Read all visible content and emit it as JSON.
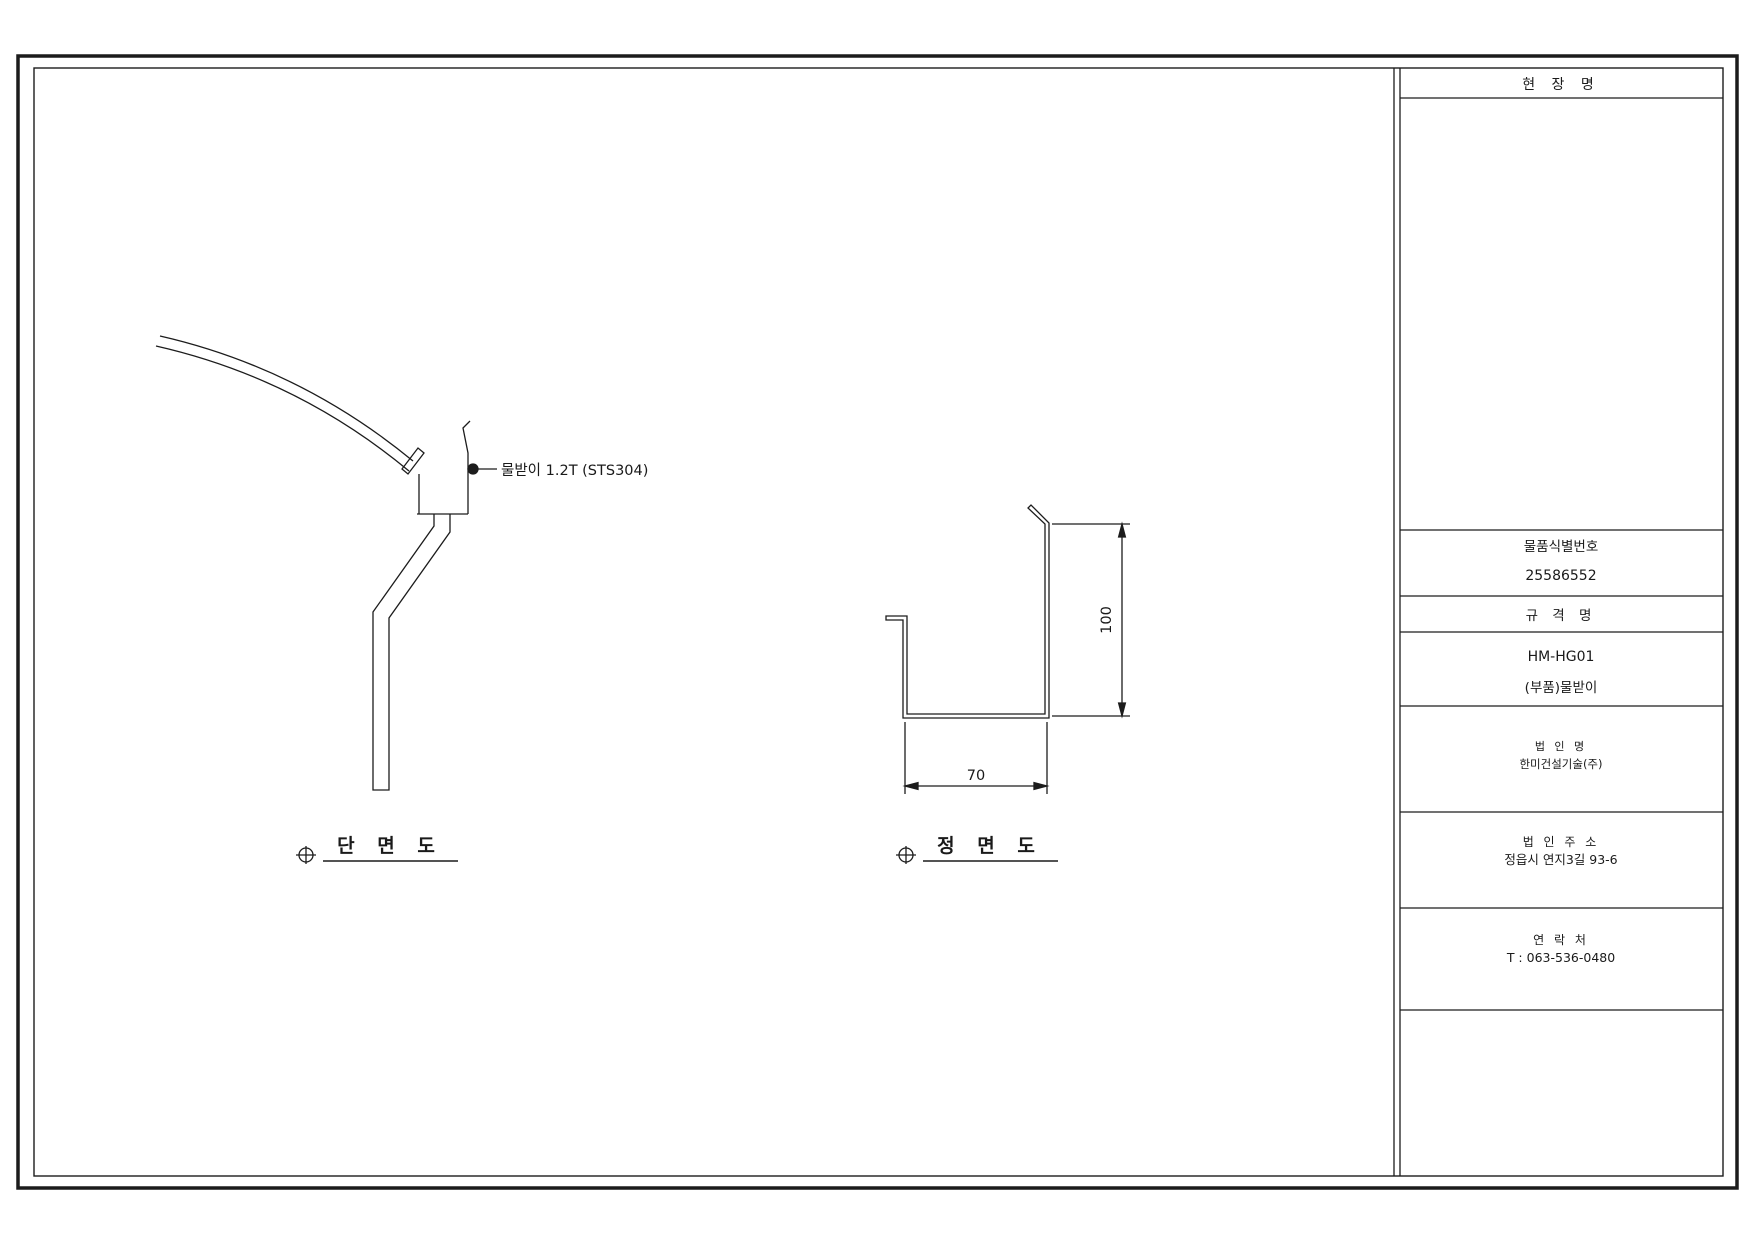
{
  "sheet": {
    "background": "#ffffff",
    "line_color": "#1c1c1c"
  },
  "section_view": {
    "title": "단 면 도",
    "annotation": "물받이 1.2T (STS304)"
  },
  "front_view": {
    "title": "정 면 도",
    "dimensions": {
      "height": "100",
      "width": "70"
    }
  },
  "title_block": {
    "site": {
      "label": "현 장 명"
    },
    "item_id": {
      "label": "물품식별번호",
      "value": "25586552"
    },
    "spec": {
      "label": "규 격 명",
      "value": "HM-HG01",
      "part": "(부품)물받이"
    },
    "company": {
      "label": "법 인 명",
      "value": "한미건설기술(주)"
    },
    "address": {
      "label": "법 인 주 소",
      "value": "정읍시 연지3길 93-6"
    },
    "contact": {
      "label": "연 락 처",
      "value": "T : 063-536-0480"
    }
  }
}
